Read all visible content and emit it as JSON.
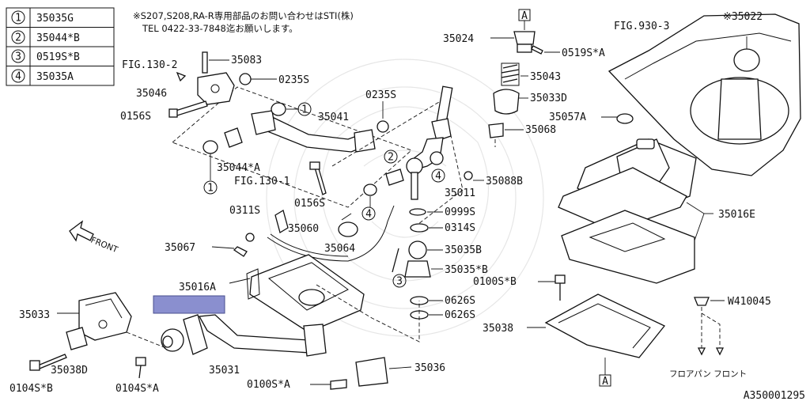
{
  "legend": [
    {
      "num": "1",
      "part": "35035G"
    },
    {
      "num": "2",
      "part": "35044*B"
    },
    {
      "num": "3",
      "part": "0519S*B"
    },
    {
      "num": "4",
      "part": "35035A"
    }
  ],
  "notes": {
    "line1": "※S207,S208,RA-R専用部品のお問い合わせはSTI(株)",
    "line2": "TEL 0422-33-7848迄お願いします。"
  },
  "labels": {
    "fig130_2": "FIG.130-2",
    "p35083": "35083",
    "p35046": "35046",
    "p0235s_a": "0235S",
    "p0156s_a": "0156S",
    "p35041": "35041",
    "p0235s_b": "0235S",
    "p35044a": "35044*A",
    "fig130_1": "FIG.130-1",
    "p0156s_b": "0156S",
    "p0311s": "0311S",
    "p35060": "35060",
    "p35067": "35067",
    "p35064": "35064",
    "p35016a": "35016A",
    "p35033": "35033",
    "p35038d": "35038D",
    "p0104sb": "0104S*B",
    "p0104sa": "0104S*A",
    "p35031": "35031",
    "p0100sa": "0100S*A",
    "p35036": "35036",
    "p35024": "35024",
    "p0519sa": "0519S*A",
    "p35043": "35043",
    "p35033d": "35033D",
    "p35068": "35068",
    "p35011": "35011",
    "p35088b": "35088B",
    "p0999s": "0999S",
    "p0314s": "0314S",
    "p35035b": "35035B",
    "p35035x": "35035*B",
    "p0626s_a": "0626S",
    "p0626s_b": "0626S",
    "fig930_3": "FIG.930-3",
    "p35022": "※35022",
    "p35057a": "35057A",
    "p35016e": "35016E",
    "p0100sb": "0100S*B",
    "p35038": "35038",
    "w410045": "W410045",
    "floor_front": "フロアパン フロント",
    "ref_a_top": "A",
    "ref_a_bottom": "A",
    "front": "FRONT",
    "callout_1a": "1",
    "callout_1b": "1",
    "callout_2": "2",
    "callout_3": "3",
    "callout_4a": "4",
    "callout_4b": "4",
    "diagram_id": "A350001295"
  },
  "colors": {
    "line": "#111111",
    "highlight": "#8a8fcf",
    "watermark": "#c8c8c8"
  }
}
